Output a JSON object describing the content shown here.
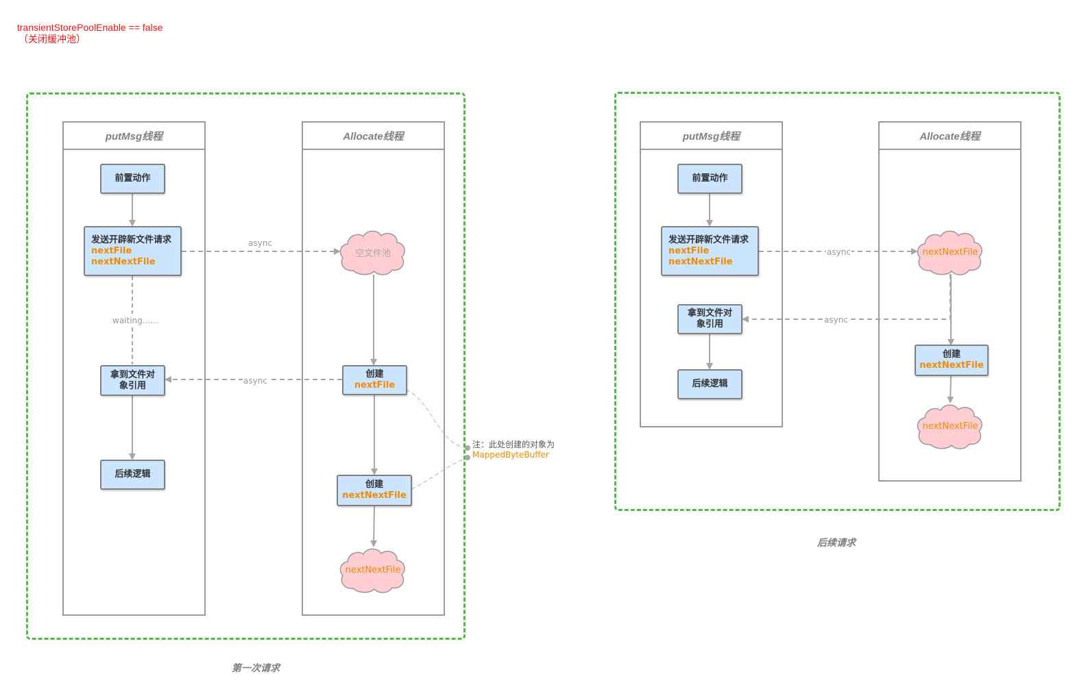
{
  "header": {
    "line1": "transientStorePoolEnable == false",
    "line2": "（关闭缓冲池）"
  },
  "colors": {
    "title": "#e8141b",
    "group_border": "#52b84a",
    "box_fill": "#cce5ff",
    "cloud_fill": "#ffcdd2",
    "orange_text": "#f18a00",
    "connector": "#a6a6a6"
  },
  "first": {
    "caption": "第一次请求",
    "putmsg_lane": "putMsg线程",
    "allocate_lane": "Allocate线程",
    "pre_action": "前置动作",
    "send_request": {
      "title": "发送开辟新文件请求",
      "line2": "nextFile",
      "line3": "nextNextFile"
    },
    "waiting": "waiting......",
    "get_ref": {
      "line1": "拿到文件对",
      "line2": "象引用"
    },
    "follow_up": "后续逻辑",
    "empty_pool": "空文件池",
    "create_next": {
      "line1": "创建",
      "line2": "nextFile"
    },
    "create_next_next": {
      "line1": "创建",
      "line2": "nextNextFile"
    },
    "cloud_bottom": "nextNextFile",
    "async_request": "async",
    "async_return": "async",
    "note": {
      "line1": "注：此处创建的对象为",
      "line2": "MappedByteBuffer"
    }
  },
  "later": {
    "caption": "后续请求",
    "putmsg_lane": "putMsg线程",
    "allocate_lane": "Allocate线程",
    "pre_action": "前置动作",
    "send_request": {
      "title": "发送开辟新文件请求",
      "line2": "nextFile",
      "line3": "nextNextFile"
    },
    "get_ref": {
      "line1": "拿到文件对",
      "line2": "象引用"
    },
    "follow_up": "后续逻辑",
    "cloud_top": "nextNextFile",
    "create_next_next": {
      "line1": "创建",
      "line2": "nextNextFile"
    },
    "cloud_bottom": "nextNextFile",
    "async_request": "async",
    "async_return": "async"
  }
}
